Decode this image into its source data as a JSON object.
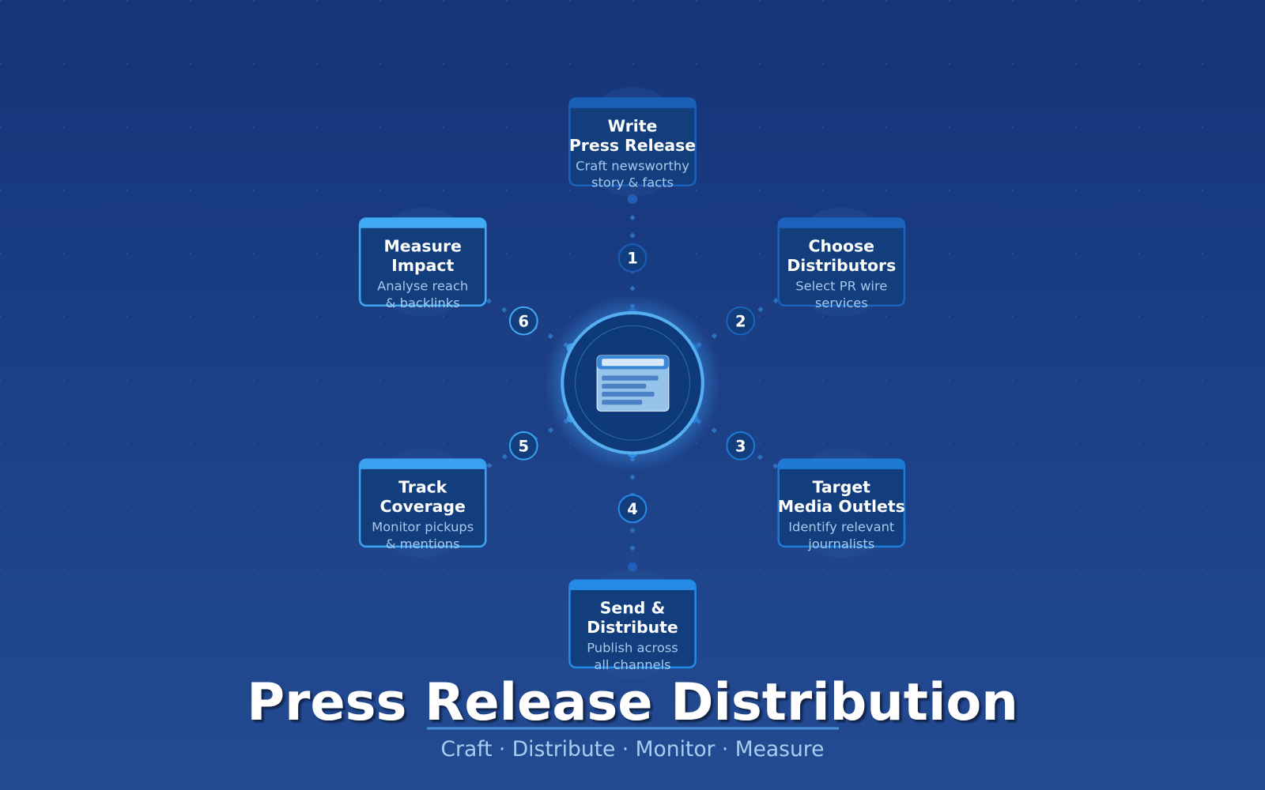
{
  "title": "Press Release Distribution",
  "subtitle": "Craft · Distribute · Monitor · Measure",
  "center_icon": "press-release-document-icon",
  "colors": {
    "bg_top": "#15347a",
    "bg_bottom": "#234b92",
    "card_fill": "#123e7e",
    "accent": "#4aa8f0"
  },
  "steps": [
    {
      "number": "1",
      "title_line1": "Write",
      "title_line2": "Press Release",
      "desc_line1": "Craft newsworthy",
      "desc_line2": "story & facts",
      "color": "#1a5fb8"
    },
    {
      "number": "2",
      "title_line1": "Choose",
      "title_line2": "Distributors",
      "desc_line1": "Select PR wire",
      "desc_line2": "services",
      "color": "#1a62bc"
    },
    {
      "number": "3",
      "title_line1": "Target",
      "title_line2": "Media Outlets",
      "desc_line1": "Identify relevant",
      "desc_line2": "journalists",
      "color": "#1f7ad6"
    },
    {
      "number": "4",
      "title_line1": "Send &",
      "title_line2": "Distribute",
      "desc_line1": "Publish across",
      "desc_line2": "all channels",
      "color": "#2589e6"
    },
    {
      "number": "5",
      "title_line1": "Track",
      "title_line2": "Coverage",
      "desc_line1": "Monitor pickups",
      "desc_line2": "& mentions",
      "color": "#3aa2f0"
    },
    {
      "number": "6",
      "title_line1": "Measure",
      "title_line2": "Impact",
      "desc_line1": "Analyse reach",
      "desc_line2": "& backlinks",
      "color": "#42aaf3"
    }
  ]
}
